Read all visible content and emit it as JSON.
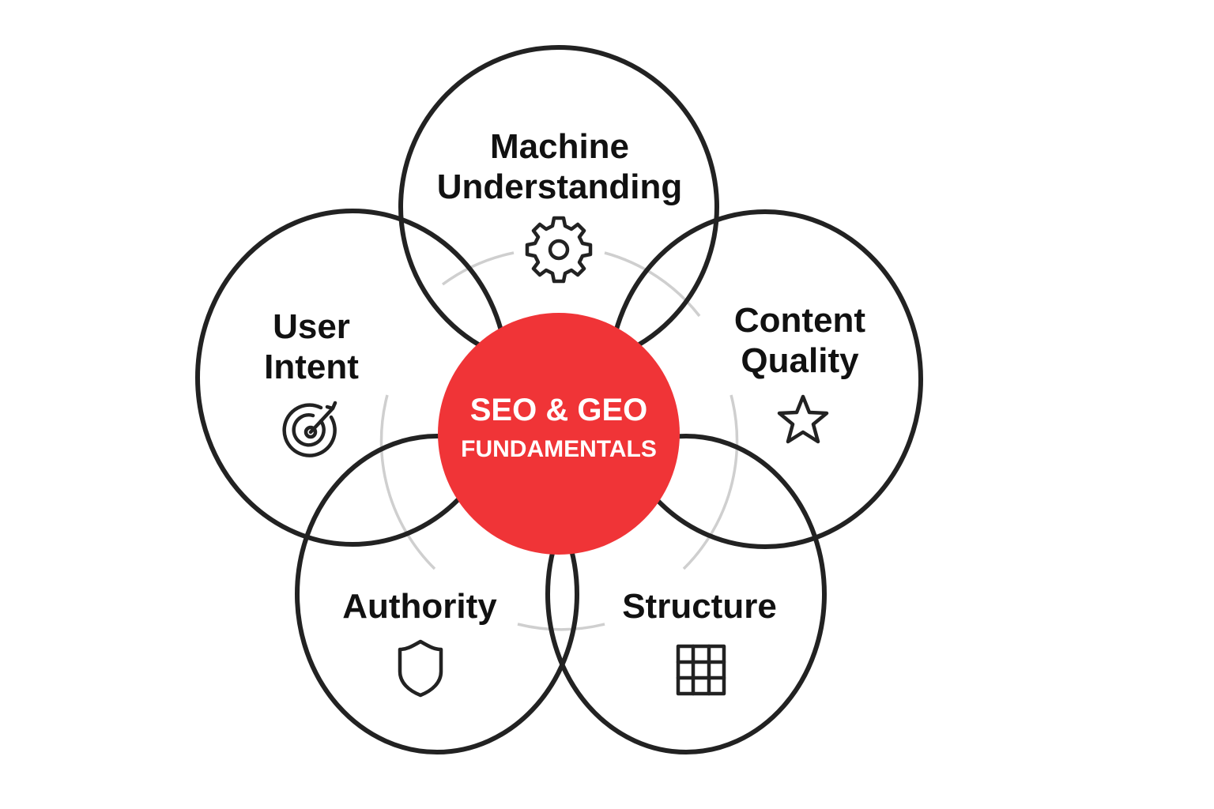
{
  "colors": {
    "center_fill": "#f03437",
    "outline": "#222222",
    "ring": "#cfcfcf",
    "text": "#111111",
    "center_text": "#ffffff"
  },
  "center": {
    "line1": "SEO & GEO",
    "line2": "FUNDAMENTALS"
  },
  "petals": [
    {
      "id": "machine-understanding",
      "lines": [
        "Machine",
        "Understanding"
      ],
      "icon": "gear-icon"
    },
    {
      "id": "content-quality",
      "lines": [
        "Content",
        "Quality"
      ],
      "icon": "star-icon"
    },
    {
      "id": "structure",
      "lines": [
        "Structure"
      ],
      "icon": "grid-icon"
    },
    {
      "id": "authority",
      "lines": [
        "Authority"
      ],
      "icon": "shield-icon"
    },
    {
      "id": "user-intent",
      "lines": [
        "User",
        "Intent"
      ],
      "icon": "target-icon"
    }
  ]
}
